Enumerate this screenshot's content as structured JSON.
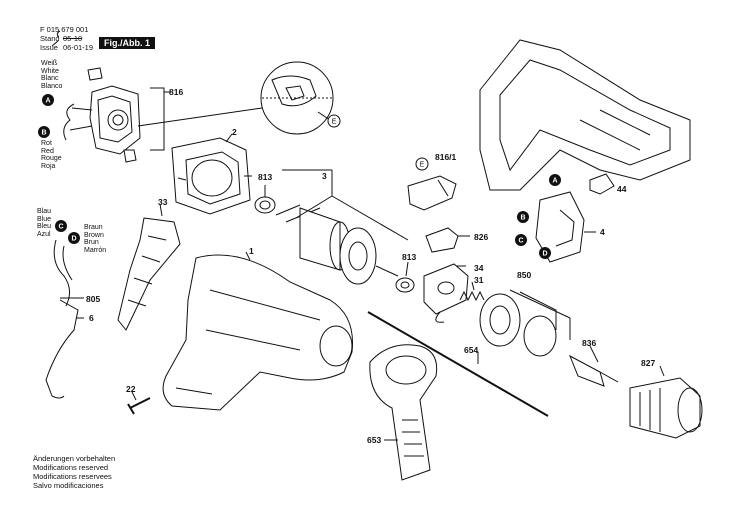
{
  "header": {
    "part_no": "F 015 679 001",
    "stand_label": "Stand",
    "stand_value": "05-10",
    "issue_label": "Issue",
    "issue_value": "06-01-19",
    "figure_label": "Fig./Abb. 1"
  },
  "color_groups": {
    "white": [
      "Weiß",
      "White",
      "Blanc",
      "Blanco"
    ],
    "red": [
      "Rot",
      "Red",
      "Rouge",
      "Roja"
    ],
    "blue": [
      "Blau",
      "Blue",
      "Bleu",
      "Azul"
    ],
    "brown": [
      "Braun",
      "Brown",
      "Brun",
      "Marrón"
    ]
  },
  "callouts": {
    "A": "A",
    "B": "B",
    "C": "C",
    "D": "D",
    "E": "E"
  },
  "part_labels": {
    "p816": "816",
    "p2": "2",
    "p813a": "813",
    "p3": "3",
    "p816_1": "816/1",
    "p44": "44",
    "p4": "4",
    "p826": "826",
    "p813b": "813",
    "p33": "33",
    "p1": "1",
    "p34": "34",
    "p31": "31",
    "p850": "850",
    "p805": "805",
    "p6": "6",
    "p654": "654",
    "p836": "836",
    "p827": "827",
    "p22": "22",
    "p653": "653"
  },
  "footer": [
    "Änderungen vorbehalten",
    "Modifications reserved",
    "Modifications reservees",
    "Salvo modificaciones"
  ],
  "colors": {
    "ink": "#111111",
    "paper": "#ffffff"
  }
}
